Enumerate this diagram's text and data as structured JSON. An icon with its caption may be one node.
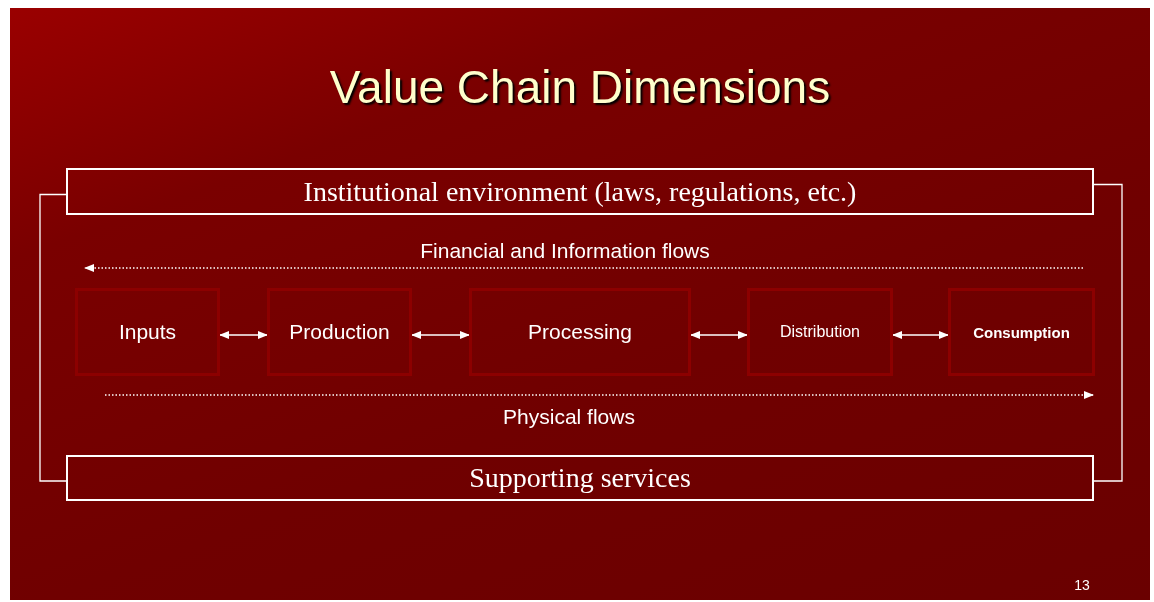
{
  "diagram": {
    "title": "Value Chain Dimensions",
    "nodes": [
      {
        "text": [
          "Institutional environment (laws, regulations, etc.)"
        ]
      },
      {
        "text": [
          "Inputs"
        ]
      },
      {
        "text": [
          "Production"
        ]
      },
      {
        "text": [
          "Processing"
        ]
      },
      {
        "text": [
          "Distribution"
        ]
      },
      {
        "text": [
          "Consumption"
        ]
      },
      {
        "text": [
          "Supporting services"
        ]
      }
    ],
    "edges": [
      {
        "from": 1,
        "to": 2,
        "arrow": "both"
      },
      {
        "from": 2,
        "to": 3,
        "arrow": "both"
      },
      {
        "from": 3,
        "to": 4,
        "arrow": "both"
      },
      {
        "from": 4,
        "to": 5,
        "arrow": "both"
      },
      {
        "from": 0,
        "to": 6,
        "arrow": "none"
      },
      {
        "from": 0,
        "to": 6,
        "arrow": "none"
      }
    ],
    "labels": [
      "Financial and Information flows",
      "Physical flows",
      "13"
    ]
  }
}
